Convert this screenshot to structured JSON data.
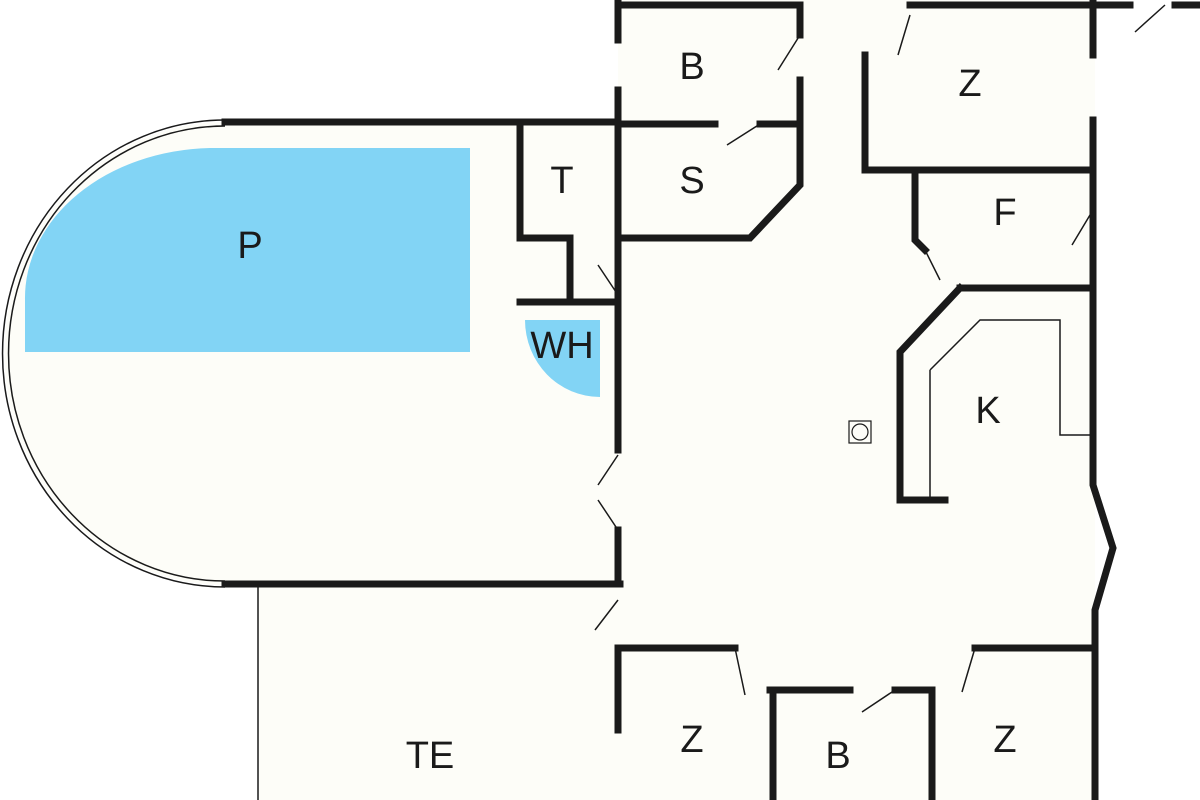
{
  "plan": {
    "colors": {
      "floor": "#fdfdf8",
      "wall": "#1a1a1a",
      "water": "#82d4f5"
    },
    "rooms": {
      "pool": "P",
      "whirlpool": "WH",
      "toilet": "T",
      "sauna": "S",
      "bathroom_top": "B",
      "bedroom_top_right": "Z",
      "f_room": "F",
      "kitchen": "K",
      "bedroom_bottom_left": "Z",
      "bathroom_bottom": "B",
      "bedroom_bottom_right": "Z",
      "terrace": "TE"
    }
  }
}
